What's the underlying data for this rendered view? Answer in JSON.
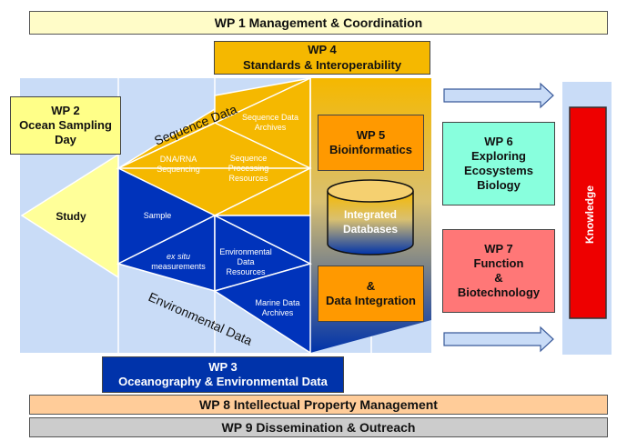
{
  "wp1": {
    "label": "WP 1 Management & Coordination"
  },
  "wp4": {
    "line1": "WP  4",
    "line2": "Standards & Interoperability"
  },
  "wp2": {
    "line1": "WP 2",
    "line2": "Ocean Sampling",
    "line3": "Day"
  },
  "wp5": {
    "line1": "WP 5",
    "line2": "Bioinformatics"
  },
  "wp5b": {
    "line1": "&",
    "line2": "Data Integration"
  },
  "wp6": {
    "line1": "WP 6",
    "line2": "Exploring",
    "line3": "Ecosystems",
    "line4": "Biology"
  },
  "wp7": {
    "line1": "WP 7",
    "line2": "Function",
    "line3": "&",
    "line4": "Biotechnology"
  },
  "wp3": {
    "line1": "WP 3",
    "line2": "Oceanography & Environmental  Data"
  },
  "wp8": {
    "label": "WP 8 Intellectual Property Management"
  },
  "wp9": {
    "label": "WP 9 Dissemination & Outreach"
  },
  "knowledge": "Knowledge",
  "study": "Study",
  "sequence_data": "Sequence Data",
  "environmental_data": "Environmental Data",
  "integrated_db": {
    "line1": "Integrated",
    "line2": "Databases"
  },
  "cells": {
    "dna_rna": {
      "line1": "DNA/RNA",
      "line2": "Sequencing"
    },
    "seq_archives": {
      "line1": "Sequence  Data",
      "line2": "Archives"
    },
    "seq_processing": {
      "line1": "Sequence",
      "line2": "Processing",
      "line3": "Resources"
    },
    "sample": "Sample",
    "ex_situ": {
      "line1": "ex situ",
      "line2": "measurements"
    },
    "env_resources": {
      "line1": "Environmental",
      "line2": "Data",
      "line3": "Resources"
    },
    "marine_archives": {
      "line1": "Marine Data",
      "line2": "Archives"
    }
  },
  "colors": {
    "wp1": "#fffcc8",
    "wp4": "#f5b800",
    "wp2": "#ffff88",
    "wp5": "#ff9900",
    "wp6": "#88ffdd",
    "wp7": "#ff7777",
    "wp3": "#0033aa",
    "wp8": "#ffcc99",
    "wp9": "#cccccc",
    "knowledge": "#ee0000",
    "panel": "#c9dcf7",
    "seq": "#f5b800",
    "env": "#0033bb",
    "study": "#ffff99"
  }
}
